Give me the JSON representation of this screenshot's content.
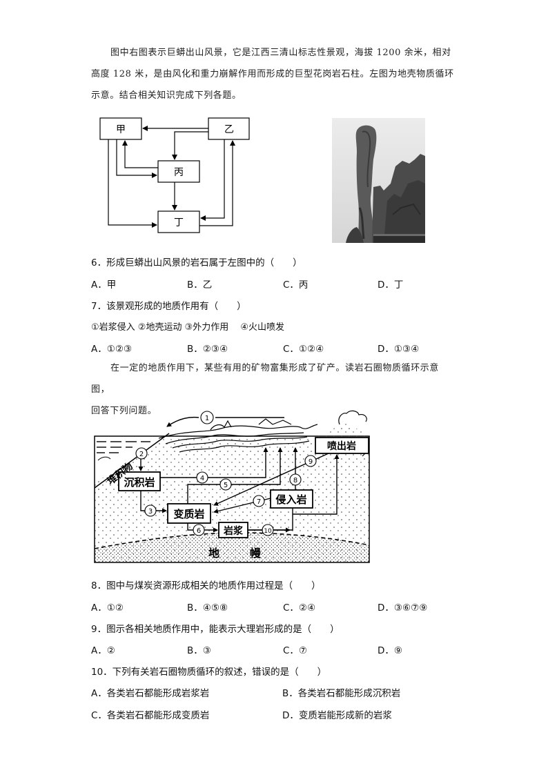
{
  "intro1": {
    "line1": "图中右图表示巨蟒出山风景，它是江西三清山标志性景观，海拔 1200 余米，相对",
    "line2": "高度 128 米，是由风化和重力崩解作用而形成的巨型花岗岩石柱。左图为地壳物质循环",
    "line3": "示意。结合相关知识完成下列各题。"
  },
  "cycle_diagram": {
    "boxes": {
      "jia": "甲",
      "yi": "乙",
      "bing": "丙",
      "ding": "丁"
    }
  },
  "photo": {
    "alt": "巨蟒出山 花岗岩石柱照片"
  },
  "q6": {
    "stem": "6．形成巨蟒出山风景的岩石属于左图中的（　　）",
    "options": [
      "A．甲",
      "B．乙",
      "C．丙",
      "D．丁"
    ]
  },
  "q7": {
    "stem": "7．该景观形成的地质作用有（　　）",
    "items": "①岩浆侵入 ②地壳运动 ③外力作用 　④火山喷发",
    "options": [
      "A．①②③",
      "B．②③④",
      "C．①②④",
      "D．①③④"
    ]
  },
  "intro2": {
    "line1": "在一定的地质作用下，某些有用的矿物富集形成了矿产。读岩石圈物质循环示意图，",
    "line2": "回答下列问题。"
  },
  "rock_diagram": {
    "labels": {
      "sediment": "堆积物",
      "sedimentary": "沉积岩",
      "metamorphic": "变质岩",
      "magma": "岩浆",
      "intrusive": "侵入岩",
      "extrusive": "喷出岩",
      "mantle_1": "地",
      "mantle_2": "幔"
    },
    "numbers": [
      "①",
      "②",
      "③",
      "④",
      "⑤",
      "⑥",
      "⑦",
      "⑧",
      "⑨",
      "⑩"
    ]
  },
  "q8": {
    "stem": "8．图中与煤炭资源形成相关的地质作用过程是（　　）",
    "options": [
      "A．①②",
      "B．④⑤⑧",
      "C．②④",
      "D．③⑥⑦⑨"
    ]
  },
  "q9": {
    "stem": "9．图示各相关地质作用中，能表示大理岩形成的是（　　）",
    "options": [
      "A．②",
      "B．③",
      "C．⑦",
      "D．⑨"
    ]
  },
  "q10": {
    "stem": "10．下列有关岩石圈物质循环的叙述，错误的是（　　）",
    "options": [
      "A．各类岩石都能形成岩浆岩",
      "B．各类岩石都能形成沉积岩",
      "C．各类岩石都能形成变质岩",
      "D．变质岩能形成新的岩浆"
    ]
  }
}
